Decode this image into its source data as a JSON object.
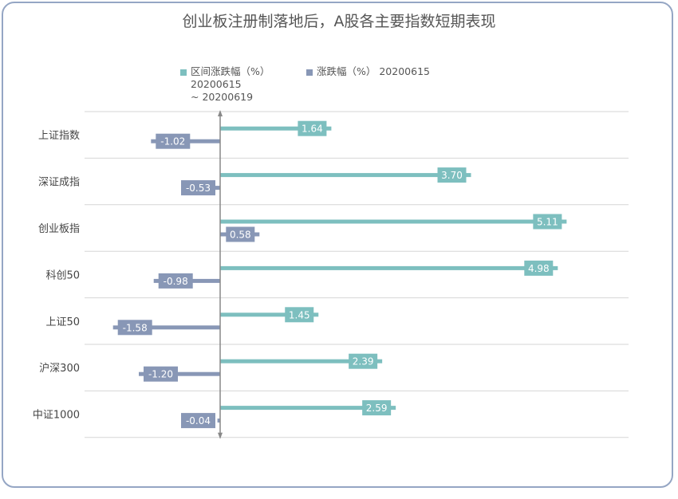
{
  "chart_data": {
    "type": "bar",
    "orientation": "horizontal",
    "title": "创业板注册制落地后，A股各主要指数短期表现",
    "categories": [
      "上证指数",
      "深证成指",
      "创业板指",
      "科创50",
      "上证50",
      "沪深300",
      "中证1000"
    ],
    "series": [
      {
        "name": "区间涨跌幅（%）",
        "name_line2": "20200615",
        "name_line3": "~ 20200619",
        "color": "#7dbfbf",
        "values": [
          1.64,
          3.7,
          5.11,
          4.98,
          1.45,
          2.39,
          2.59
        ]
      },
      {
        "name": "涨跌幅（%） 20200615",
        "color": "#8897b6",
        "values": [
          -1.02,
          -0.53,
          0.58,
          -0.98,
          -1.58,
          -1.2,
          -0.04
        ]
      }
    ],
    "value_labels": [
      [
        "1.64",
        "3.70",
        "5.11",
        "4.98",
        "1.45",
        "2.39",
        "2.59"
      ],
      [
        "-1.02",
        "-0.53",
        "0.58",
        "-0.98",
        "-1.58",
        "-1.20",
        "-0.04"
      ]
    ],
    "xlim": [
      -2.0,
      6.0
    ],
    "grid": true,
    "legend_position": "top"
  }
}
